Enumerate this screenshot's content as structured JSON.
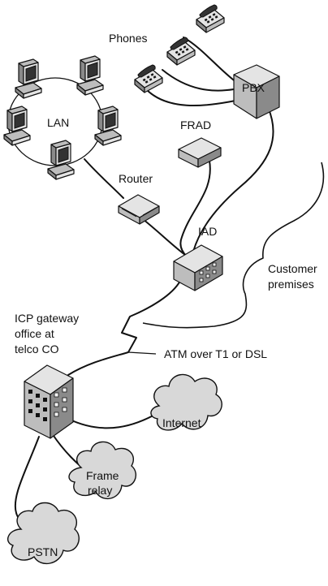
{
  "labels": {
    "phones": "Phones",
    "pbx": "PBX",
    "lan": "LAN",
    "frad": "FRAD",
    "router": "Router",
    "iad": "IAD",
    "customer_premises_1": "Customer",
    "customer_premises_2": "premises",
    "icp_1": "ICP gateway",
    "icp_2": "office at",
    "icp_3": "telco CO",
    "atm": "ATM over T1 or DSL",
    "internet": "Internet",
    "frame_1": "Frame",
    "frame_2": "relay",
    "pstn": "PSTN"
  },
  "icons": {
    "phones": "desk-phone-icon",
    "pbx": "pbx-box-icon",
    "lan_nodes": "desktop-computer-icon",
    "frad": "frad-device-icon",
    "router": "router-icon",
    "iad": "iad-device-icon",
    "building": "office-building-icon",
    "clouds": "network-cloud-icon"
  }
}
